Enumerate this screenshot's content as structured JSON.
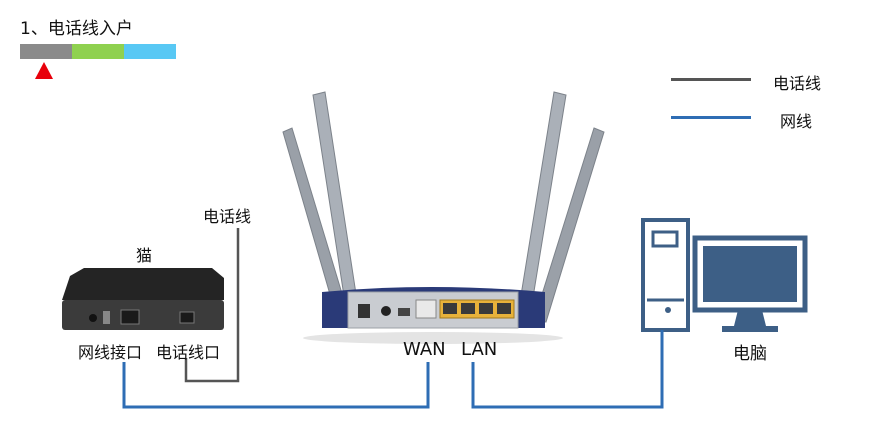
{
  "header": {
    "step_title": "1、电话线入户",
    "progress_colors": [
      "#8a8a8a",
      "#8fd14f",
      "#58c8f4"
    ],
    "marker_color": "#e8000b"
  },
  "legend": {
    "phone_line": {
      "label": "电话线",
      "color": "#555555"
    },
    "network_line": {
      "label": "网线",
      "color": "#2e6db4"
    }
  },
  "diagram": {
    "phone_line_label": "电话线",
    "modem_label": "猫",
    "modem_network_port_label": "网线接口",
    "modem_phone_port_label": "电话线口",
    "router_wan_label": "WAN",
    "router_lan_label": "LAN",
    "computer_label": "电脑"
  }
}
